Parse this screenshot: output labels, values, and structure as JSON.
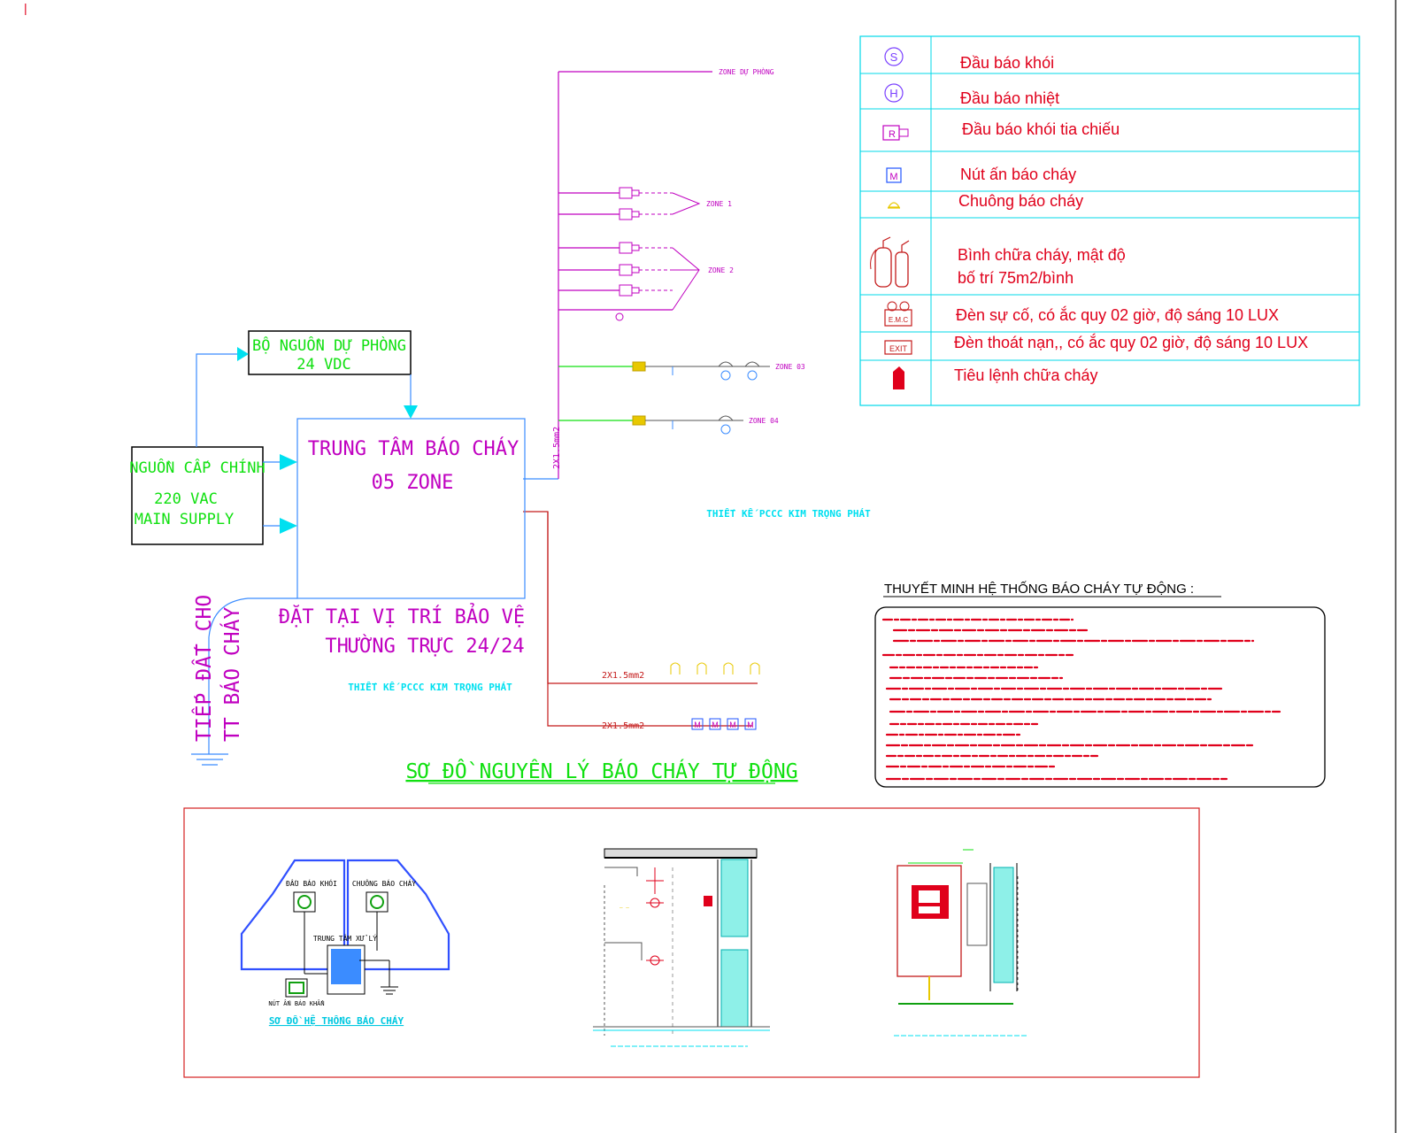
{
  "page_marker": "|",
  "legend": {
    "items": [
      {
        "icon": "smoke-detector-icon",
        "label": "Đầu báo khói"
      },
      {
        "icon": "heat-detector-icon",
        "label": "Đầu báo nhiệt"
      },
      {
        "icon": "beam-smoke-detector-icon",
        "label": "Đầu báo khói tia chiếu"
      },
      {
        "icon": "manual-call-point-icon",
        "label": "Nút ấn báo cháy"
      },
      {
        "icon": "fire-bell-icon",
        "label": "Chuông báo cháy"
      },
      {
        "icon": "fire-extinguisher-icon",
        "label": "Bình chữa cháy, mật độ",
        "label_2": "bố trí 75m2/bình"
      },
      {
        "icon": "emergency-light-icon",
        "label": "Đèn sự cố, có ắc quy 02 giờ, độ sáng 10 LUX"
      },
      {
        "icon": "exit-sign-icon",
        "label": "Đèn thoát nạn,, có ắc quy 02 giờ, độ sáng 10 LUX"
      },
      {
        "icon": "fire-instruction-icon",
        "label": "Tiêu lệnh chữa cháy"
      }
    ],
    "symbols": {
      "smoke": "S",
      "heat": "H",
      "beam": "R",
      "call_point": "M",
      "emc": "E.M.C",
      "exit": "EXIT"
    }
  },
  "blocks": {
    "backup_power": {
      "line1": "BỘ NGUỒN DỰ PHÒNG",
      "line2": "24 VDC"
    },
    "main_power": {
      "line1": "NGUỒN CẤP CHÍNH",
      "line2": "220 VAC",
      "line3": "MAIN SUPPLY"
    },
    "fire_panel": {
      "line1": "TRUNG TÂM BÁO CHÁY",
      "line2": "05 ZONE"
    },
    "location": {
      "line1": "ĐẶT TẠI VỊ TRÍ BẢO VỆ",
      "line2": "THƯỜNG TRỰC 24/24"
    },
    "ground": {
      "line1": "TIẾP ĐẤT CHO",
      "line2": "TT BÁO CHÁY"
    }
  },
  "cables": {
    "riser": "2X1.5mm2",
    "bell_line": "2X1.5mm2",
    "call_line": "2X1.5mm2"
  },
  "zones": {
    "spare": "ZONE DỰ PHÒNG",
    "z1": "ZONE 1",
    "z2": "ZONE 2",
    "z3": "ZONE 03",
    "z4": "ZONE 04"
  },
  "watermarks": {
    "main": "THIẾT KẾ PCCC KIM TRỌNG PHÁT",
    "panel": "THIẾT KẾ PCCC KIM TRỌNG PHÁT"
  },
  "diagram_title": "SƠ ĐỒ NGUYÊN LÝ BÁO CHÁY TỰ ĐỘNG",
  "notes": {
    "title": "THUYẾT MINH HỆ THỐNG BÁO CHÁY TỰ ĐỘNG :"
  },
  "details": {
    "system_caption": "SƠ ĐỒ HỆ THỐNG BÁO CHÁY",
    "smoke_label": "ĐẦU BÁO KHÓI",
    "bell_label": "CHUÔNG BÁO CHÁY",
    "center_label": "TRUNG TÂM XỬ LÝ",
    "button_label": "NÚT ẤN BÁO KHẨN"
  },
  "colors": {
    "legend_border": "#00d8e8",
    "legend_text": "#e0001b",
    "magenta": "#c000c0",
    "green": "#10e010",
    "cyan": "#00e0f0",
    "blue": "#3b8cff",
    "dark_red": "#c41a1a",
    "yellow": "#e8c800",
    "panel_border": "#3050ff",
    "frame_red": "#d42020"
  }
}
